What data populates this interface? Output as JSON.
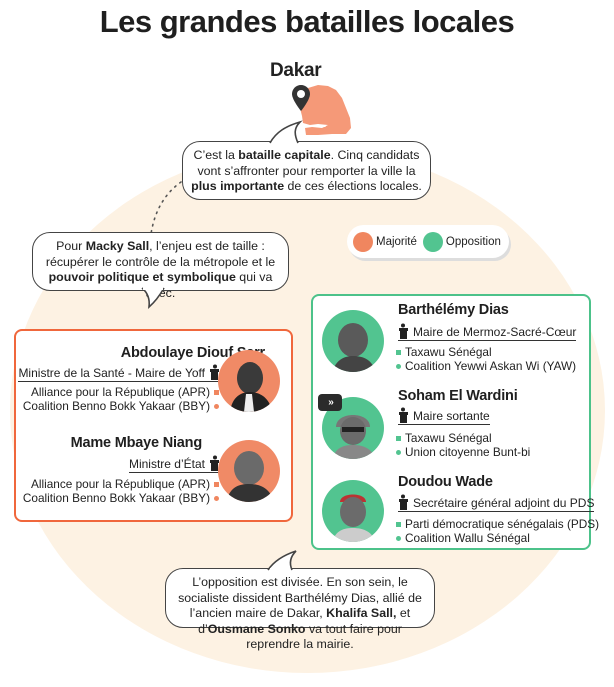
{
  "title": "Les grandes batailles locales",
  "map": {
    "city": "Dakar",
    "pin_icon": "map-pin-icon",
    "country_shape": "senegal-map",
    "color": "#f59978"
  },
  "bubbles": {
    "capital": {
      "parts": [
        {
          "text": "C’est la ",
          "bold": false
        },
        {
          "text": "bataille capitale",
          "bold": true
        },
        {
          "text": ". Cinq candidats vont s’affronter pour remporter la ville la ",
          "bold": false
        },
        {
          "text": "plus importante",
          "bold": true
        },
        {
          "text": " de ces élections locales.",
          "bold": false
        }
      ]
    },
    "macky": {
      "parts": [
        {
          "text": "Pour ",
          "bold": false
        },
        {
          "text": "Macky Sall",
          "bold": true
        },
        {
          "text": ", l’enjeu est de taille : récupérer le contrôle de la métropole et le ",
          "bold": false
        },
        {
          "text": "pouvoir politique et symbolique",
          "bold": true
        },
        {
          "text": " qui va avec.",
          "bold": false
        }
      ]
    },
    "opposition": {
      "parts": [
        {
          "text": "L’opposition est divisée. En son sein, le socialiste dissident Barthélémy Dias, allié de l’ancien maire de Dakar, ",
          "bold": false
        },
        {
          "text": "Khalifa Sall,",
          "bold": true
        },
        {
          "text": " et d’",
          "bold": false
        },
        {
          "text": "Ousmane Sonko",
          "bold": true
        },
        {
          "text": " va tout faire pour reprendre la mairie.",
          "bold": false
        }
      ]
    }
  },
  "legend": {
    "majority": {
      "label": "Majorité",
      "color": "#f0865f"
    },
    "opposition": {
      "label": "Opposition",
      "color": "#52c490"
    }
  },
  "colors": {
    "majority_border": "#f0673c",
    "opposition_border": "#4cc28a",
    "background": "#fdf2e3"
  },
  "majority": [
    {
      "name": "Abdoulaye Diouf Sarr",
      "role": "Ministre de la Santé - Maire de Yoff",
      "party": "Alliance pour la République (APR)",
      "coalition": "Coalition Benno Bokk Yakaar (BBY)"
    },
    {
      "name": "Mame Mbaye Niang",
      "role": "Ministre d’État",
      "party": "Alliance pour la République (APR)",
      "coalition": "Coalition Benno Bokk Yakaar (BBY)"
    }
  ],
  "opposition": [
    {
      "name": "Barthélémy Dias",
      "role": "Maire de Mermoz-Sacré-Cœur",
      "party": "Taxawu Sénégal",
      "coalition": "Coalition Yewwi Askan Wi (YAW)"
    },
    {
      "name": "Soham El Wardini",
      "role": "Maire sortante",
      "party": "Taxawu Sénégal",
      "coalition": "Union citoyenne Bunt-bi",
      "badge": "»"
    },
    {
      "name": "Doudou Wade",
      "role": "Secrétaire général adjoint du PDS",
      "party": "Parti démocratique sénégalais (PDS)",
      "coalition": "Coalition Wallu Sénégal"
    }
  ]
}
